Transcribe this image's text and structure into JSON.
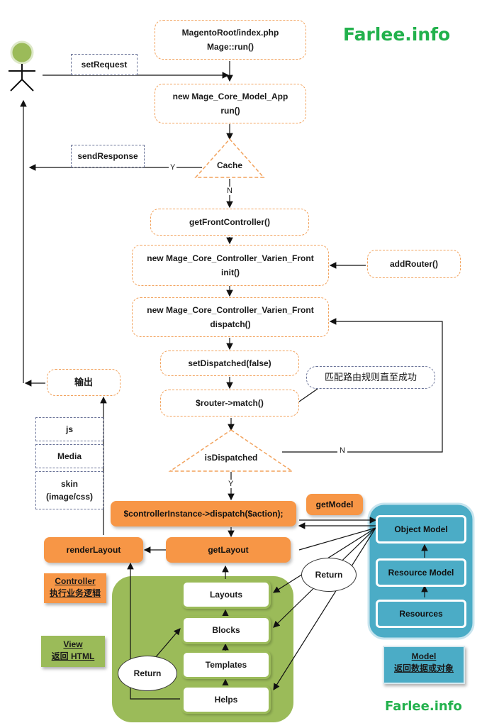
{
  "brand": {
    "top": "Farlee.info",
    "bottom": "Farlee.info"
  },
  "flow": {
    "index": [
      "MagentoRoot/index.php",
      "Mage::run()"
    ],
    "app": [
      "new Mage_Core_Model_App",
      "run()"
    ],
    "cache": "Cache",
    "front_controller": "getFrontController()",
    "varien_init": [
      "new Mage_Core_Controller_Varien_Front",
      "init()"
    ],
    "add_router": "addRouter()",
    "varien_dispatch": [
      "new Mage_Core_Controller_Varien_Front",
      "dispatch()"
    ],
    "set_dispatched": "setDispatched(false)",
    "router_match": "$router->match()",
    "match_note": "匹配路由规则直至成功",
    "is_dispatched": "isDispatched",
    "controller_dispatch": "$controllerInstance->dispatch($action);",
    "get_model": "getModel",
    "get_layout": "getLayout",
    "render_layout": "renderLayout",
    "output": "输出",
    "set_request": "setRequest",
    "send_response": "sendResponse"
  },
  "labels": {
    "yes1": "Y",
    "no1": "N",
    "no2": "N",
    "yes2": "Y"
  },
  "assets": {
    "js": "js",
    "media": "Media",
    "skin": [
      "skin",
      "(image/css)"
    ]
  },
  "view": {
    "layouts": "Layouts",
    "blocks": "Blocks",
    "templates": "Templates",
    "helps": "Helps",
    "return_left": "Return",
    "return_right": "Return"
  },
  "model": {
    "object": "Object Model",
    "resource": "Resource Model",
    "resources": "Resources"
  },
  "legend": {
    "controller": {
      "title": "Controller",
      "desc": "执行业务逻辑"
    },
    "view": {
      "title": "View",
      "desc": "返回 HTML"
    },
    "model": {
      "title": "Model",
      "desc": "返回数据或对象"
    }
  },
  "colors": {
    "orange": "#f79646",
    "green": "#9bbb59",
    "teal": "#4bacc6",
    "brand": "#22b14c"
  }
}
